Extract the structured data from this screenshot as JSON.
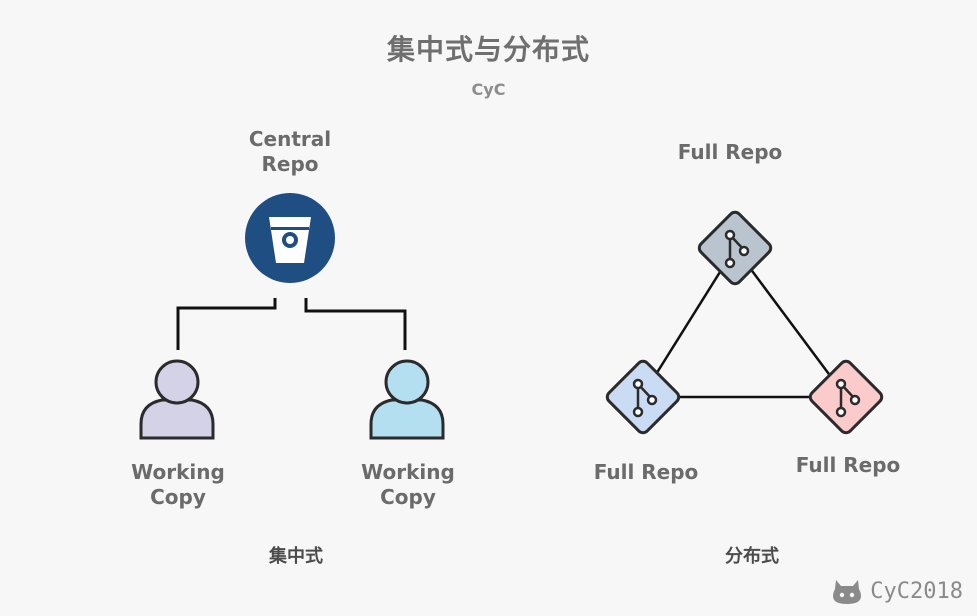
{
  "header": {
    "title": "集中式与分布式",
    "subtitle": "CyC"
  },
  "centralized": {
    "server_label": "Central\nRepo",
    "client_left_label": "Working\nCopy",
    "client_right_label": "Working\nCopy",
    "caption": "集中式",
    "colors": {
      "server": "#1f4e82",
      "client_left": "#d3d2e6",
      "client_right": "#b3dff0"
    }
  },
  "distributed": {
    "top_label": "Full Repo",
    "left_label": "Full Repo",
    "right_label": "Full Repo",
    "caption": "分布式",
    "colors": {
      "top": "#b9c4ce",
      "left": "#c9dcf4",
      "right": "#fbcaca"
    }
  },
  "watermark": {
    "text": "CyC2018",
    "icon": "github-cat-icon"
  }
}
